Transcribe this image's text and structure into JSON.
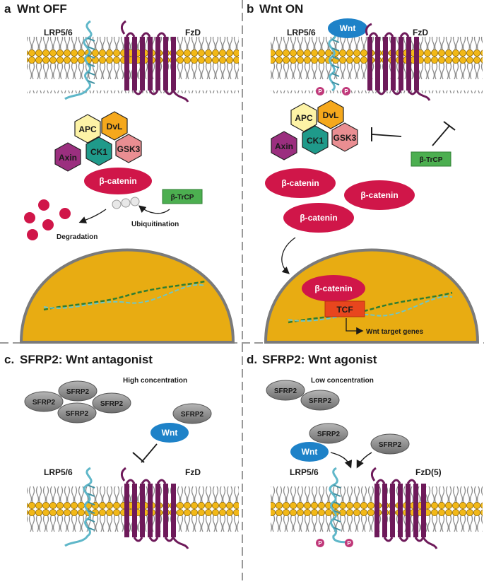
{
  "panels": {
    "a": {
      "letter": "a",
      "title": "Wnt OFF",
      "lrp": "LRP5/6",
      "fzd": "FzD",
      "hex": {
        "apc": "APC",
        "dvl": "DvL",
        "axin": "Axin",
        "ck1": "CK1",
        "gsk3": "GSK3"
      },
      "beta_catenin": "β-catenin",
      "trcp": "β-TrCP",
      "ubiquitination": "Ubiquitination",
      "degradation": "Degradation"
    },
    "b": {
      "letter": "b",
      "title": "Wnt ON",
      "lrp": "LRP5/6",
      "fzd": "FzD",
      "wnt": "Wnt",
      "phos": "P",
      "hex": {
        "apc": "APC",
        "dvl": "DvL",
        "axin": "Axin",
        "ck1": "CK1",
        "gsk3": "GSK3"
      },
      "trcp": "β-TrCP",
      "beta_catenin": "β-catenin",
      "tcf": "TCF",
      "target": "Wnt target genes"
    },
    "c": {
      "letter": "c.",
      "title": "SFRP2: Wnt antagonist",
      "concentration": "High concentration",
      "sfrp": "SFRP2",
      "wnt": "Wnt",
      "lrp": "LRP5/6",
      "fzd": "FzD"
    },
    "d": {
      "letter": "d.",
      "title": "SFRP2: Wnt agonist",
      "concentration": "Low concentration",
      "sfrp": "SFRP2",
      "wnt": "Wnt",
      "lrp": "LRP5/6",
      "fzd": "FzD(5)",
      "phos": "P"
    }
  },
  "colors": {
    "lipid_head": "#f2b817",
    "lipid_tail": "#8c8c8c",
    "frizzled": "#6e1a5a",
    "lrp": "#5fb7c9",
    "apc": "#fdf3a6",
    "dvl": "#f5a81c",
    "axin": "#9b2f7f",
    "ck1": "#1f9a8a",
    "gsk3": "#e98e92",
    "beta_catenin": "#d01649",
    "trcp": "#4caf50",
    "wnt": "#1e82c8",
    "sfrp2": "#8a8a8a",
    "nucleus": "#e8ac12",
    "tcf": "#e8461e",
    "phospho": "#c0397a"
  }
}
